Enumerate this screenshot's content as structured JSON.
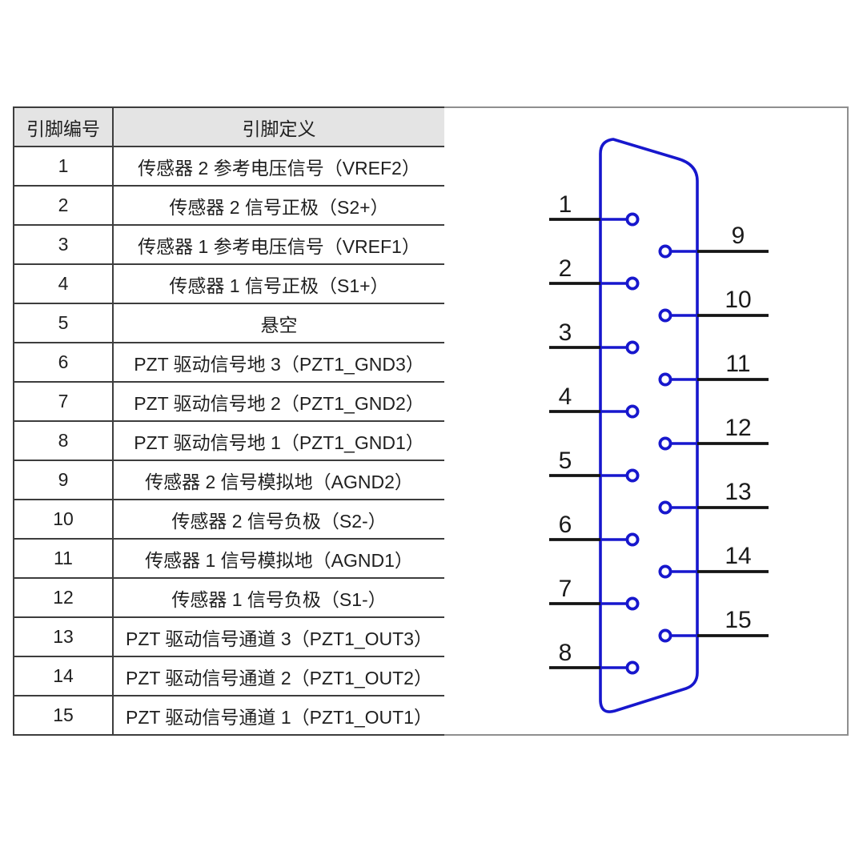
{
  "table": {
    "headers": [
      "引脚编号",
      "引脚定义"
    ],
    "rows": [
      {
        "pin": "1",
        "def": "传感器 2 参考电压信号（VREF2）"
      },
      {
        "pin": "2",
        "def": "传感器 2 信号正极（S2+）"
      },
      {
        "pin": "3",
        "def": "传感器 1 参考电压信号（VREF1）"
      },
      {
        "pin": "4",
        "def": "传感器 1 信号正极（S1+）"
      },
      {
        "pin": "5",
        "def": "悬空"
      },
      {
        "pin": "6",
        "def": "PZT 驱动信号地 3（PZT1_GND3）"
      },
      {
        "pin": "7",
        "def": "PZT 驱动信号地 2（PZT1_GND2）"
      },
      {
        "pin": "8",
        "def": "PZT 驱动信号地 1（PZT1_GND1）"
      },
      {
        "pin": "9",
        "def": "传感器 2 信号模拟地（AGND2）"
      },
      {
        "pin": "10",
        "def": "传感器 2 信号负极（S2-）"
      },
      {
        "pin": "11",
        "def": "传感器 1 信号模拟地（AGND1）"
      },
      {
        "pin": "12",
        "def": "传感器 1 信号负极（S1-）"
      },
      {
        "pin": "13",
        "def": "PZT 驱动信号通道 3（PZT1_OUT3）"
      },
      {
        "pin": "14",
        "def": "PZT 驱动信号通道 2（PZT1_OUT2）"
      },
      {
        "pin": "15",
        "def": "PZT 驱动信号通道 1（PZT1_OUT1）"
      }
    ]
  },
  "connector": {
    "left_pins": [
      "1",
      "2",
      "3",
      "4",
      "5",
      "6",
      "7",
      "8"
    ],
    "right_pins": [
      "9",
      "10",
      "11",
      "12",
      "13",
      "14",
      "15"
    ]
  },
  "colors": {
    "connector_blue": "#1717cd",
    "lead_black": "#141414",
    "table_border": "#3d3d3d",
    "panel_border": "#8f8f8f",
    "header_bg": "#e4e4e4"
  }
}
